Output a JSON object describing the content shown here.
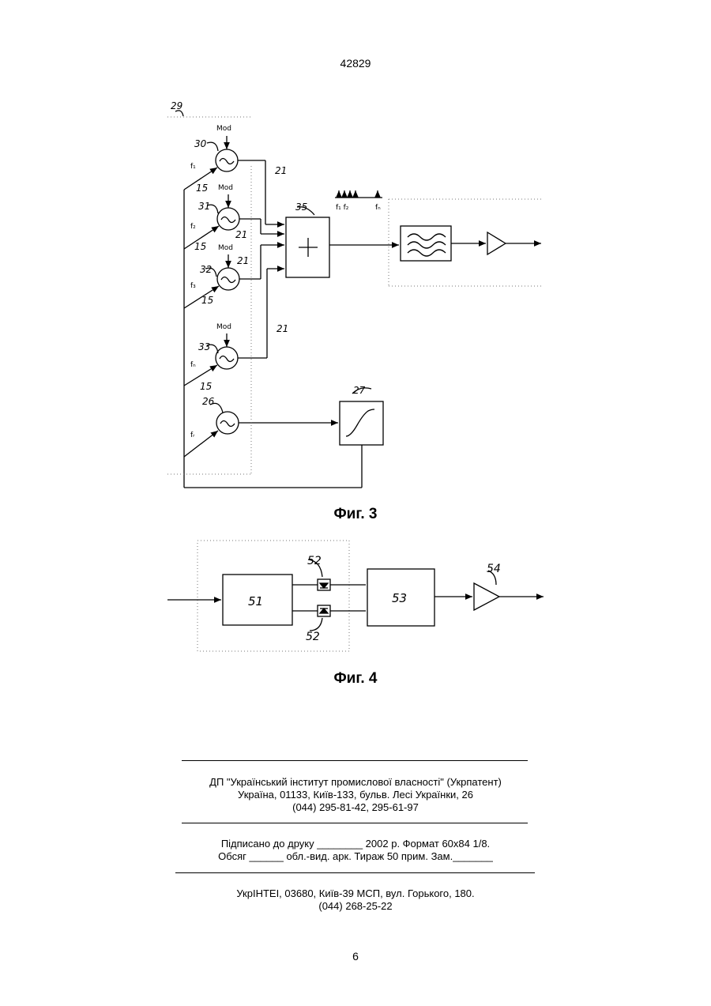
{
  "header": {
    "doc_number": "42829"
  },
  "figure3": {
    "caption": "Фиг. 3",
    "labels": {
      "system": "29",
      "osc1": "30",
      "osc2": "31",
      "osc3": "32",
      "osc4": "33",
      "osc_ref": "26",
      "combiner": "35",
      "ramp": "27",
      "lines": "21",
      "ground": "15",
      "mod": "Mod",
      "f1": "f₁",
      "f2": "f₂",
      "f3": "f₃",
      "fn": "fₙ",
      "fr": "fᵣ",
      "spectrum_f1f2": "f₁ f₂",
      "spectrum_fn": "fₙ"
    }
  },
  "figure4": {
    "caption": "Фиг. 4",
    "labels": {
      "block51": "51",
      "diode": "52",
      "block53": "53",
      "amp": "54"
    }
  },
  "imprint": {
    "org_line1": "ДП \"Український інститут промислової власності\" (Укрпатент)",
    "org_line2": "Україна, 01133, Київ-133, бульв. Лесі Українки, 26",
    "org_line3": "(044) 295-81-42, 295-61-97",
    "sign_line1": "Підписано до друку ________ 2002 р.    Формат 60х84 1/8.",
    "sign_line2": "Обсяг ______ обл.-вид. арк.   Тираж 50 прим.    Зам._______",
    "print_line1": "УкрІНТЕІ, 03680, Київ-39 МСП, вул. Горького, 180.",
    "print_line2": "(044) 268-25-22"
  },
  "footer": {
    "page_number": "6"
  }
}
